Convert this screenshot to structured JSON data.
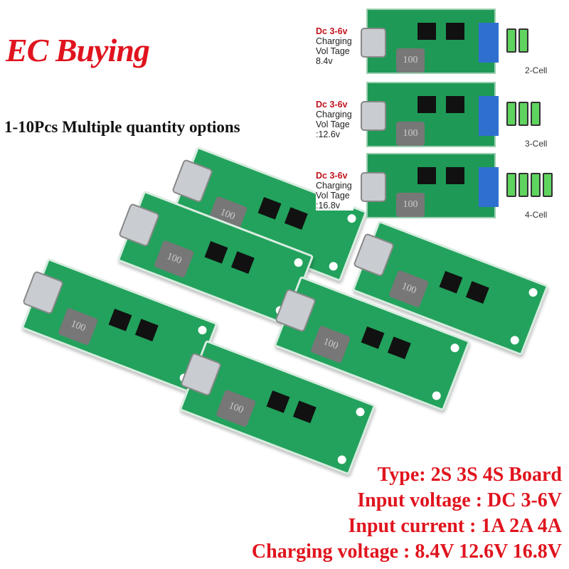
{
  "brand": "EC Buying",
  "quantity_text": "1-10Pcs Multiple quantity options",
  "diagrams": [
    {
      "input": "Dc 3-6v",
      "line1": "Charging",
      "line2": "Vol Tage",
      "voltage": "8.4v",
      "cells": 2,
      "cell_label": "2-Cell"
    },
    {
      "input": "Dc 3-6v",
      "line1": "Charging",
      "line2": "Vol Tage",
      "voltage": ":12.6v",
      "cells": 3,
      "cell_label": "3-Cell"
    },
    {
      "input": "Dc 3-6v",
      "line1": "Charging",
      "line2": "Vol Tage",
      "voltage": ":16.8v",
      "cells": 4,
      "cell_label": "4-Cell"
    }
  ],
  "inductor_label": "100",
  "specs": [
    "Type: 2S 3S 4S Board",
    "Input voltage : DC 3-6V",
    "Input current : 1A 2A 4A",
    "Charging voltage : 8.4V 12.6V 16.8V"
  ],
  "colors": {
    "brand": "#e0141e",
    "pcb": "#22a25c",
    "terminal": "#2f6fd0"
  }
}
